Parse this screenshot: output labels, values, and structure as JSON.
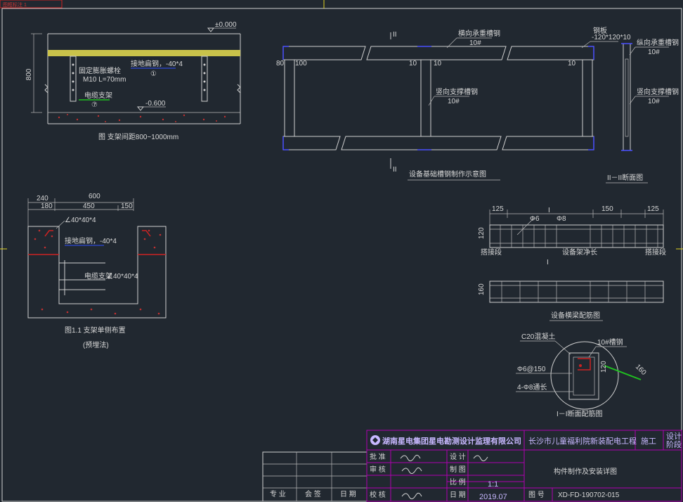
{
  "corner_tag": "图框标注 1",
  "fig_support": {
    "elevation_top": "±0.000",
    "elevation_bottom": "-0.600",
    "height_dim": "800",
    "label_strip": "接地扁钢，-40*4",
    "label_strip_no": "①",
    "label_bolt_1": "固定膨胀螺栓",
    "label_bolt_2": "M10 L=70mm",
    "label_cable": "电缆支架",
    "label_cable_no": "⑦",
    "caption": "图  支架间距800~1000mm"
  },
  "fig_frame": {
    "label_h_steel": "横向承重槽钢",
    "label_h_steel_size": "10#",
    "label_v_steel": "竖向支撑槽钢",
    "label_v_steel_size": "10#",
    "dim_80": "80",
    "dim_100": "100",
    "dim_10a": "10",
    "dim_10b": "10",
    "dim_10c": "10",
    "section_mark": "II",
    "plate_label": "钢板",
    "plate_size": "-120*120*10",
    "caption": "设备基础槽钢制作示意图",
    "section_caption": "II－II断面图",
    "sec_label_h": "纵向承重槽钢",
    "sec_label_h_size": "10#",
    "sec_label_v": "竖向支撑槽钢",
    "sec_label_v_size": "10#"
  },
  "fig_side": {
    "dim_240": "240",
    "dim_600": "600",
    "dim_180": "180",
    "dim_450": "450",
    "dim_150": "150",
    "label_angle_top": "∠40*40*4",
    "label_strip": "接地扁钢，-40*4",
    "label_cable": "电缆支架",
    "label_angle": "∠40*40*4",
    "caption": "图1.1  支架单侧布置",
    "subcaption": "(预埋法)"
  },
  "fig_beam": {
    "dim_125a": "125",
    "dim_150": "150",
    "dim_125b": "125",
    "dim_120": "120",
    "dim_160": "160",
    "rebar_a": "Φ6",
    "rebar_b": "Φ8",
    "mark_i": "I",
    "label_left": "搭接段",
    "label_mid": "设备架净长",
    "label_right": "搭接段",
    "caption": "设备横梁配筋图"
  },
  "fig_section": {
    "label_concrete": "C20混凝土",
    "label_steel": "10#槽钢",
    "label_stirrup": "Φ6@150",
    "label_bar": "4-Φ8通长",
    "dim_120": "120",
    "dim_160": "160",
    "caption": "I－I断面配筋图"
  },
  "title_block": {
    "company": "湖南星电集团星电勘测设计监理有限公司",
    "project": "长沙市儿童福利院新装配电工程",
    "stage_value": "施工",
    "stage_label_1": "设计",
    "stage_label_2": "阶段",
    "row_approve": "批 准",
    "row_review": "审 核",
    "row_check": "校 核",
    "row_design": "设 计",
    "row_draw": "制 图",
    "row_scale": "比 例",
    "row_date": "日 期",
    "scale_value": "1:1",
    "date_value": "2019.07",
    "drawing_name": "构件制作及安装详图",
    "drawing_no_label": "图 号",
    "drawing_no": "XD-FD-190702-015",
    "hdr_major": "专 业",
    "hdr_sign": "会 签",
    "hdr_date": "日 期"
  }
}
